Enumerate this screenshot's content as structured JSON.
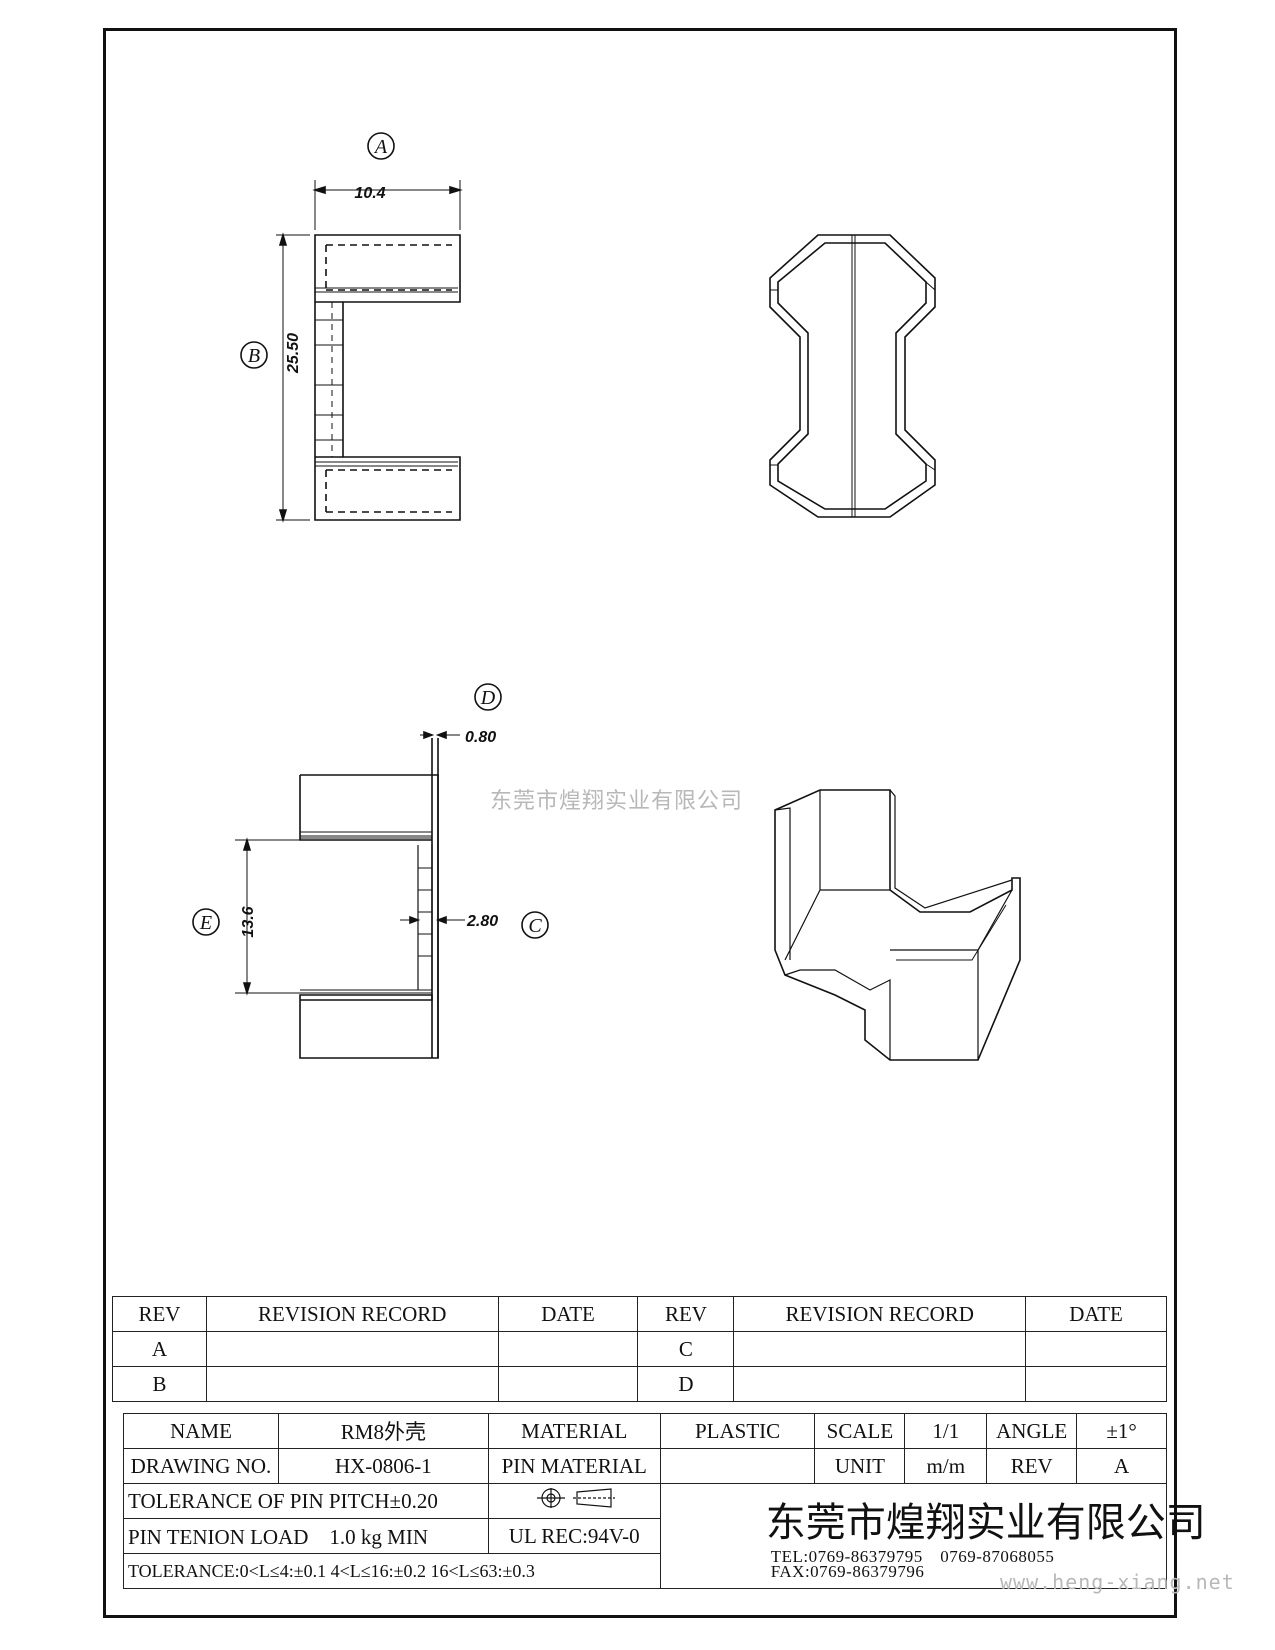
{
  "drawing": {
    "callouts": {
      "a": "A",
      "b": "B",
      "c": "C",
      "d": "D",
      "e": "E"
    },
    "dimensions": {
      "width_a": "10.4",
      "height_b": "25.50",
      "thickness_d": "0.80",
      "gap_c": "2.80",
      "opening_e": "13.6"
    }
  },
  "watermark": {
    "center": "东莞市煌翔实业有限公司",
    "url": "www.heng-xiang.net"
  },
  "revision_table": {
    "headers": [
      "REV",
      "REVISION RECORD",
      "DATE",
      "REV",
      "REVISION RECORD",
      "DATE"
    ],
    "rows": [
      [
        "A",
        "",
        "",
        "C",
        "",
        ""
      ],
      [
        "B",
        "",
        "",
        "D",
        "",
        ""
      ]
    ]
  },
  "title_block": {
    "name_label": "NAME",
    "name_value": "RM8外壳",
    "material_label": "MATERIAL",
    "material_value": "PLASTIC",
    "scale_label": "SCALE",
    "scale_value": "1/1",
    "angle_label": "ANGLE",
    "angle_value": "±1°",
    "drawing_no_label": "DRAWING NO.",
    "drawing_no_value": "HX-0806-1",
    "pin_material_label": "PIN MATERIAL",
    "unit_label": "UNIT",
    "unit_value": "m/m",
    "rev_label": "REV",
    "rev_value": "A",
    "tolerance_pitch": "TOLERANCE OF PIN PITCH±0.20",
    "pin_load": "PIN TENION LOAD　1.0 kg MIN",
    "ul_rec": "UL REC:94V-0",
    "tolerance_ranges": "TOLERANCE:0<L≤4:±0.1  4<L≤16:±0.2  16<L≤63:±0.3",
    "company_name": "东莞市煌翔实业有限公司",
    "tel": "TEL:0769-86379795　0769-87068055",
    "fax": "FAX:0769-86379796"
  }
}
